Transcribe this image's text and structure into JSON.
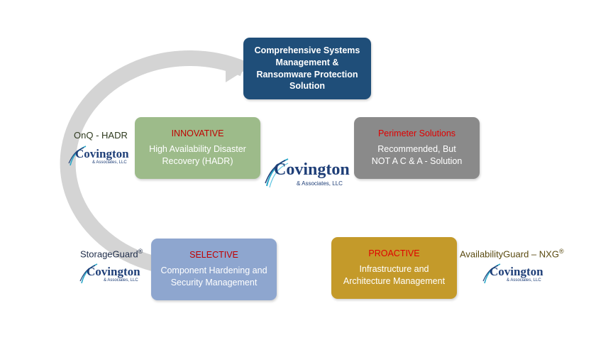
{
  "center_logo": {
    "name": "Covington",
    "sub": "& Associates, LLC"
  },
  "boxes": {
    "top": {
      "lines": [
        "Comprehensive Systems",
        "Management &",
        "Ransomware Protection",
        "Solution"
      ],
      "color": "#1f4e79"
    },
    "right": {
      "title": "Perimeter Solutions",
      "lines": [
        "Recommended, But",
        "NOT A C & A - Solution"
      ],
      "color": "#8a8a8a"
    },
    "bottom_right": {
      "title": "PROACTIVE",
      "lines": [
        "Infrastructure and",
        "Architecture Management"
      ],
      "color": "#c49a2a"
    },
    "bottom_left": {
      "title": "SELECTIVE",
      "lines": [
        "Component Hardening and",
        "Security Management"
      ],
      "color": "#8ea6cf"
    },
    "left": {
      "title": "INNOVATIVE",
      "lines": [
        "High Availability Disaster",
        "Recovery (HADR)"
      ],
      "color": "#9dbb8a"
    }
  },
  "products": {
    "onq": {
      "label": "OnQ - HADR",
      "logo_name": "Covington",
      "logo_sub": "& Associates, LLC"
    },
    "storage": {
      "label": "StorageGuard",
      "mark": "®",
      "logo_name": "Covington",
      "logo_sub": "& Associates, LLC"
    },
    "availability": {
      "label": "AvailabilityGuard – NXG",
      "mark": "®",
      "logo_name": "Covington",
      "logo_sub": "& Associates, LLC"
    }
  },
  "ring_color": "#d4d4d4"
}
